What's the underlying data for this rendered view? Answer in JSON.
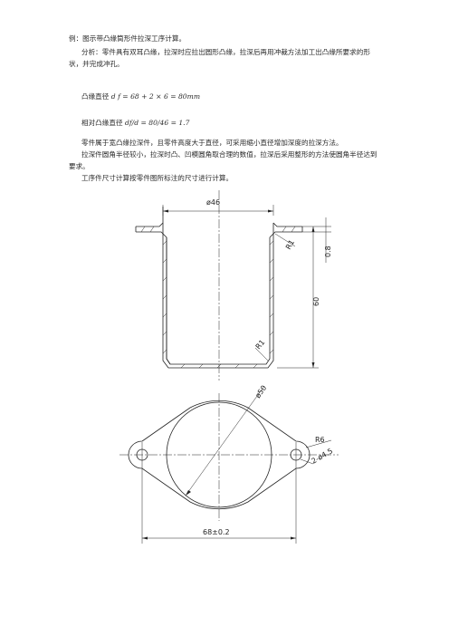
{
  "document": {
    "example_line": "例：图示带凸缘筒形件拉深工序计算。",
    "analysis": "分析：零件具有双耳凸缘，拉深时应拉出圆形凸缘，拉深后再用冲裁方法加工出凸缘所要求的形状，并完成冲孔。",
    "flange_dia_label": "凸缘直径",
    "flange_dia_expr": "d f = 68 + 2 × 6 = 80mm",
    "rel_dia_label": "相对凸缘直径",
    "rel_dia_expr": "df/d = 80/46 = 1.7",
    "para_wide_flange": "零件属于宽凸缘拉深件，且零件高度大于直径，可采用缩小直径增加深度的拉深方法。",
    "para_radius": "拉深件圆角半径较小，拉深时凸、凹模圆角取合理的数值，拉深后采用整形的方法使圆角半径达到要求。",
    "para_dimensions": "工序件尺寸计算按零件图所标注的尺寸进行计算。"
  },
  "drawing": {
    "dim_top_diameter": "ø46",
    "dim_r1_top": "R1",
    "dim_r1_bottom": "R1",
    "dim_thickness": "0.8",
    "dim_height": "60",
    "dim_circle_diameter": "ø50",
    "dim_ear_radius": "R6",
    "dim_holes": "2-ø4.5",
    "dim_hole_span": "68±0.2"
  }
}
